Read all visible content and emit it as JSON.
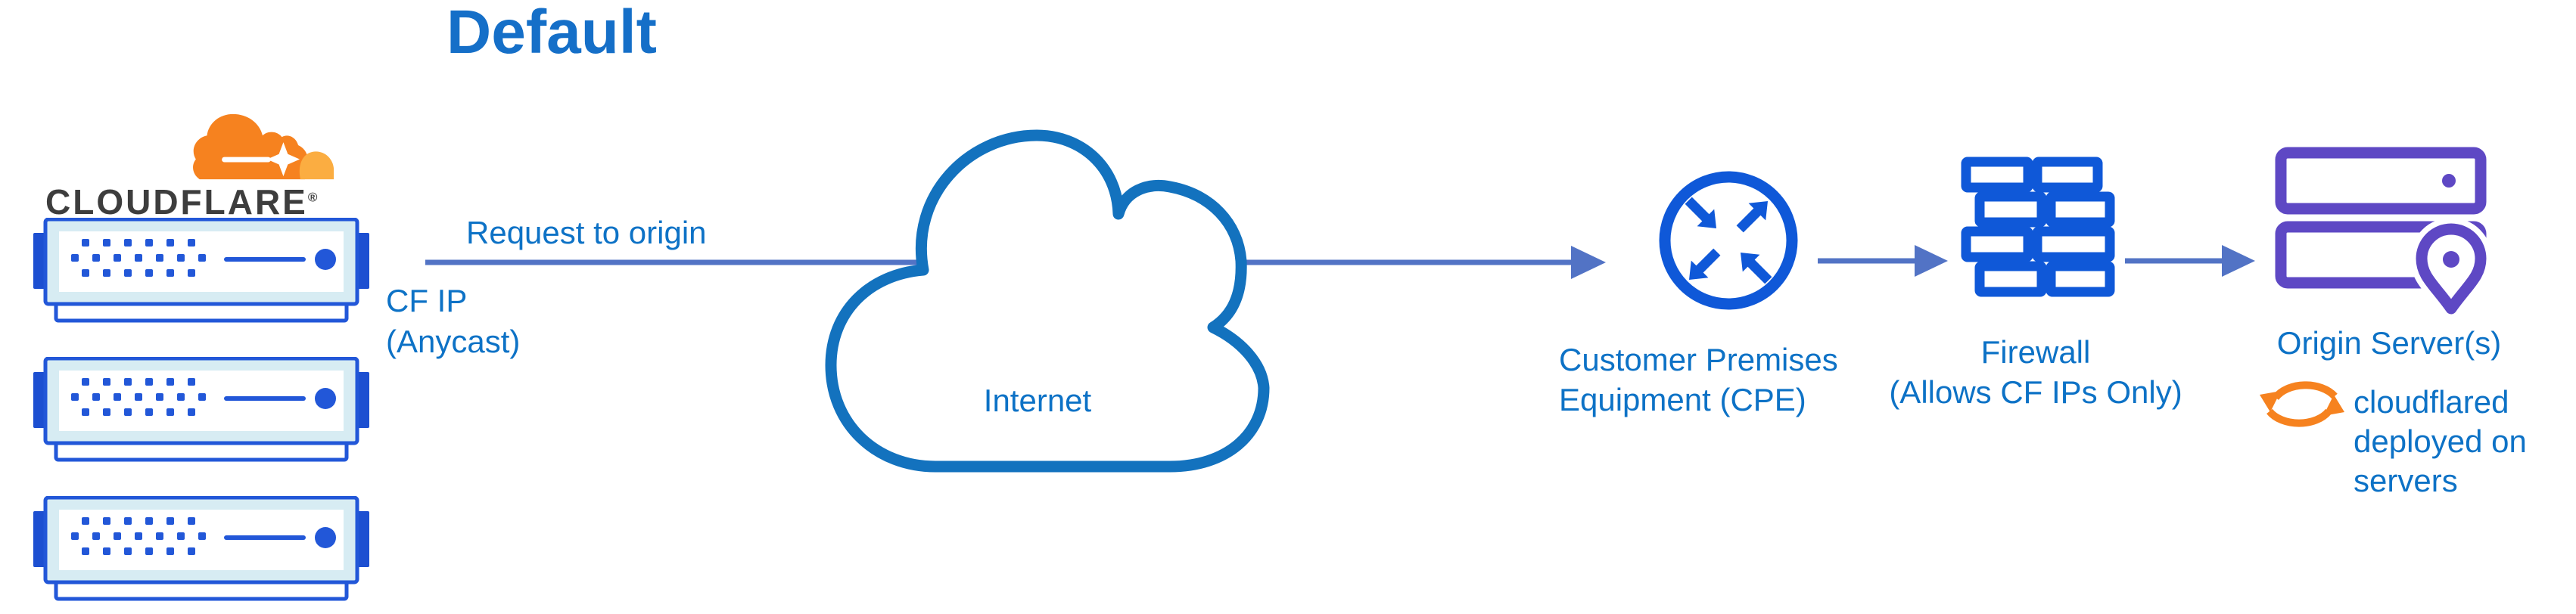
{
  "title": "Default",
  "theme": {
    "title_blue": "#156fc8",
    "text_blue": "#0d72c6",
    "arrow_blue": "#5273c5",
    "cloud_outline": "#1372be",
    "icon_blue": "#0f58d8",
    "server_blue": "#2257d8",
    "server_tab": "#1c4fd1",
    "server_bezel": "#d7ecf3",
    "purple": "#5e48c4",
    "orange": "#f6821f",
    "orange_light": "#fbad41",
    "wordmark_dark": "#3d3d3d"
  },
  "cloudflare": {
    "wordmark": "CLOUDFLARE",
    "registered": "®"
  },
  "request": {
    "label": "Request to origin",
    "sub1": "CF IP",
    "sub2": "(Anycast)"
  },
  "internet": {
    "label": "Internet"
  },
  "cpe": {
    "line1": "Customer Premises",
    "line2": "Equipment (CPE)"
  },
  "firewall": {
    "line1": "Firewall",
    "line2": "(Allows CF IPs Only)"
  },
  "origin": {
    "label": "Origin Server(s)",
    "note1": "cloudflared",
    "note2": "deployed on",
    "note3": "servers"
  }
}
